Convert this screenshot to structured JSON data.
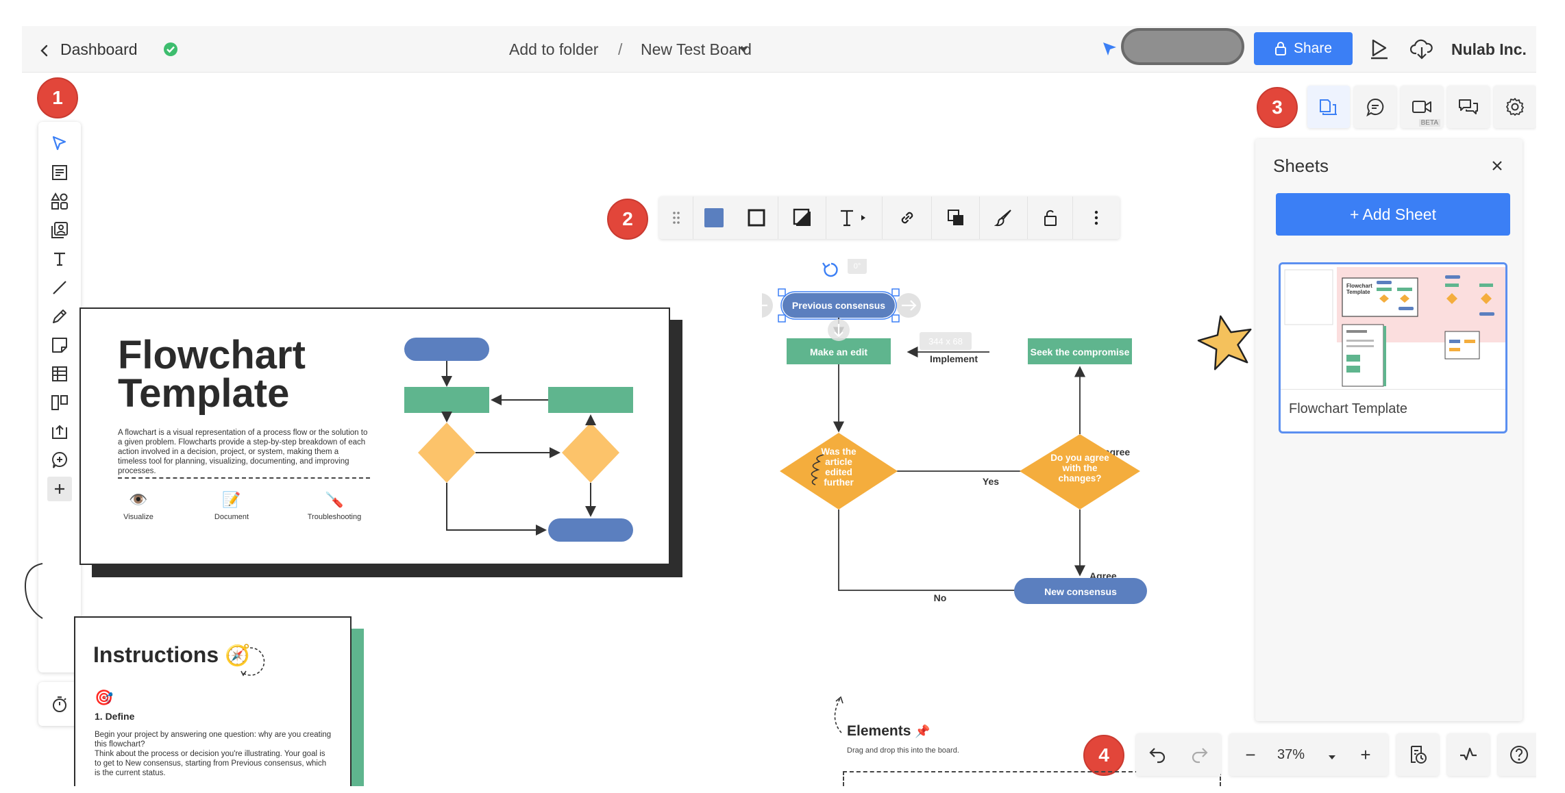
{
  "topbar": {
    "back_label": "Dashboard",
    "folder_label": "Add to folder",
    "separator": "/",
    "board_title": "New Test Board",
    "share_label": "Share",
    "org_name": "Nulab Inc."
  },
  "badges": [
    "1",
    "2",
    "3",
    "4"
  ],
  "left_toolbar": {
    "items": [
      "select-icon",
      "template-icon",
      "shapes-icon",
      "images-icon",
      "text-icon",
      "line-icon",
      "pen-icon",
      "sticky-note-icon",
      "table-icon",
      "layout-icon",
      "upload-icon",
      "comment-add-icon",
      "plus-icon"
    ],
    "timer": "timer-icon"
  },
  "floating_toolbar": {
    "fill_color": "#5a7fbf",
    "items": [
      "drag-handle-icon",
      "fill-color-icon",
      "border-icon",
      "shadow-icon",
      "text-format-icon",
      "link-icon",
      "arrange-icon",
      "style-brush-icon",
      "lock-icon",
      "more-icon"
    ]
  },
  "right_toolbar": {
    "items": [
      "sheets-icon",
      "comments-icon",
      "video-icon",
      "chat-icon",
      "settings-icon"
    ],
    "video_badge": "BETA"
  },
  "sheets_panel": {
    "title": "Sheets",
    "add_label": "+ Add Sheet",
    "sheet_name": "Flowchart Template"
  },
  "template_card": {
    "title_line1": "Flowchart",
    "title_line2": "Template",
    "description": "A flowchart is a visual representation of a process flow or the solution to a given problem. Flowcharts provide a step-by-step breakdown of each action involved in a decision, project, or system, making them a timeless tool for planning, visualizing, documenting, and improving processes.",
    "features": [
      {
        "icon": "👁️",
        "label": "Visualize"
      },
      {
        "icon": "📝",
        "label": "Document"
      },
      {
        "icon": "🪛",
        "label": "Troubleshooting"
      }
    ]
  },
  "instructions_card": {
    "title": "Instructions",
    "title_emoji": "🧭",
    "step_emoji": "🎯",
    "step_title": "1. Define",
    "step_text1": "Begin your project by answering one question: why are you creating this flowchart?",
    "step_text2": "Think about the process or decision you're illustrating. Your goal is to get to New consensus, starting from Previous consensus, which is the current status."
  },
  "flowchart": {
    "rotation": "0°",
    "size_label": "344 x 68",
    "nodes": {
      "previous": "Previous consensus",
      "edit": "Make an edit",
      "seek": "Seek the compromise",
      "was_edited": [
        "Was the",
        "article",
        "edited",
        "further"
      ],
      "agree_q": [
        "Do you agree",
        "with the",
        "changes?"
      ],
      "new": "New consensus"
    },
    "edges": {
      "implement": "Implement",
      "yes": "Yes",
      "no": "No",
      "disagree": "Disagree",
      "agree": "Agree"
    },
    "colors": {
      "blue": "#5b7fbf",
      "green": "#5fb58e",
      "orange": "#f4ad3d"
    }
  },
  "elements_panel": {
    "title": "Elements",
    "title_emoji": "📌",
    "subtitle": "Drag and drop this into the board."
  },
  "bottom_bar": {
    "zoom": "37%",
    "minus": "−",
    "plus": "+"
  }
}
